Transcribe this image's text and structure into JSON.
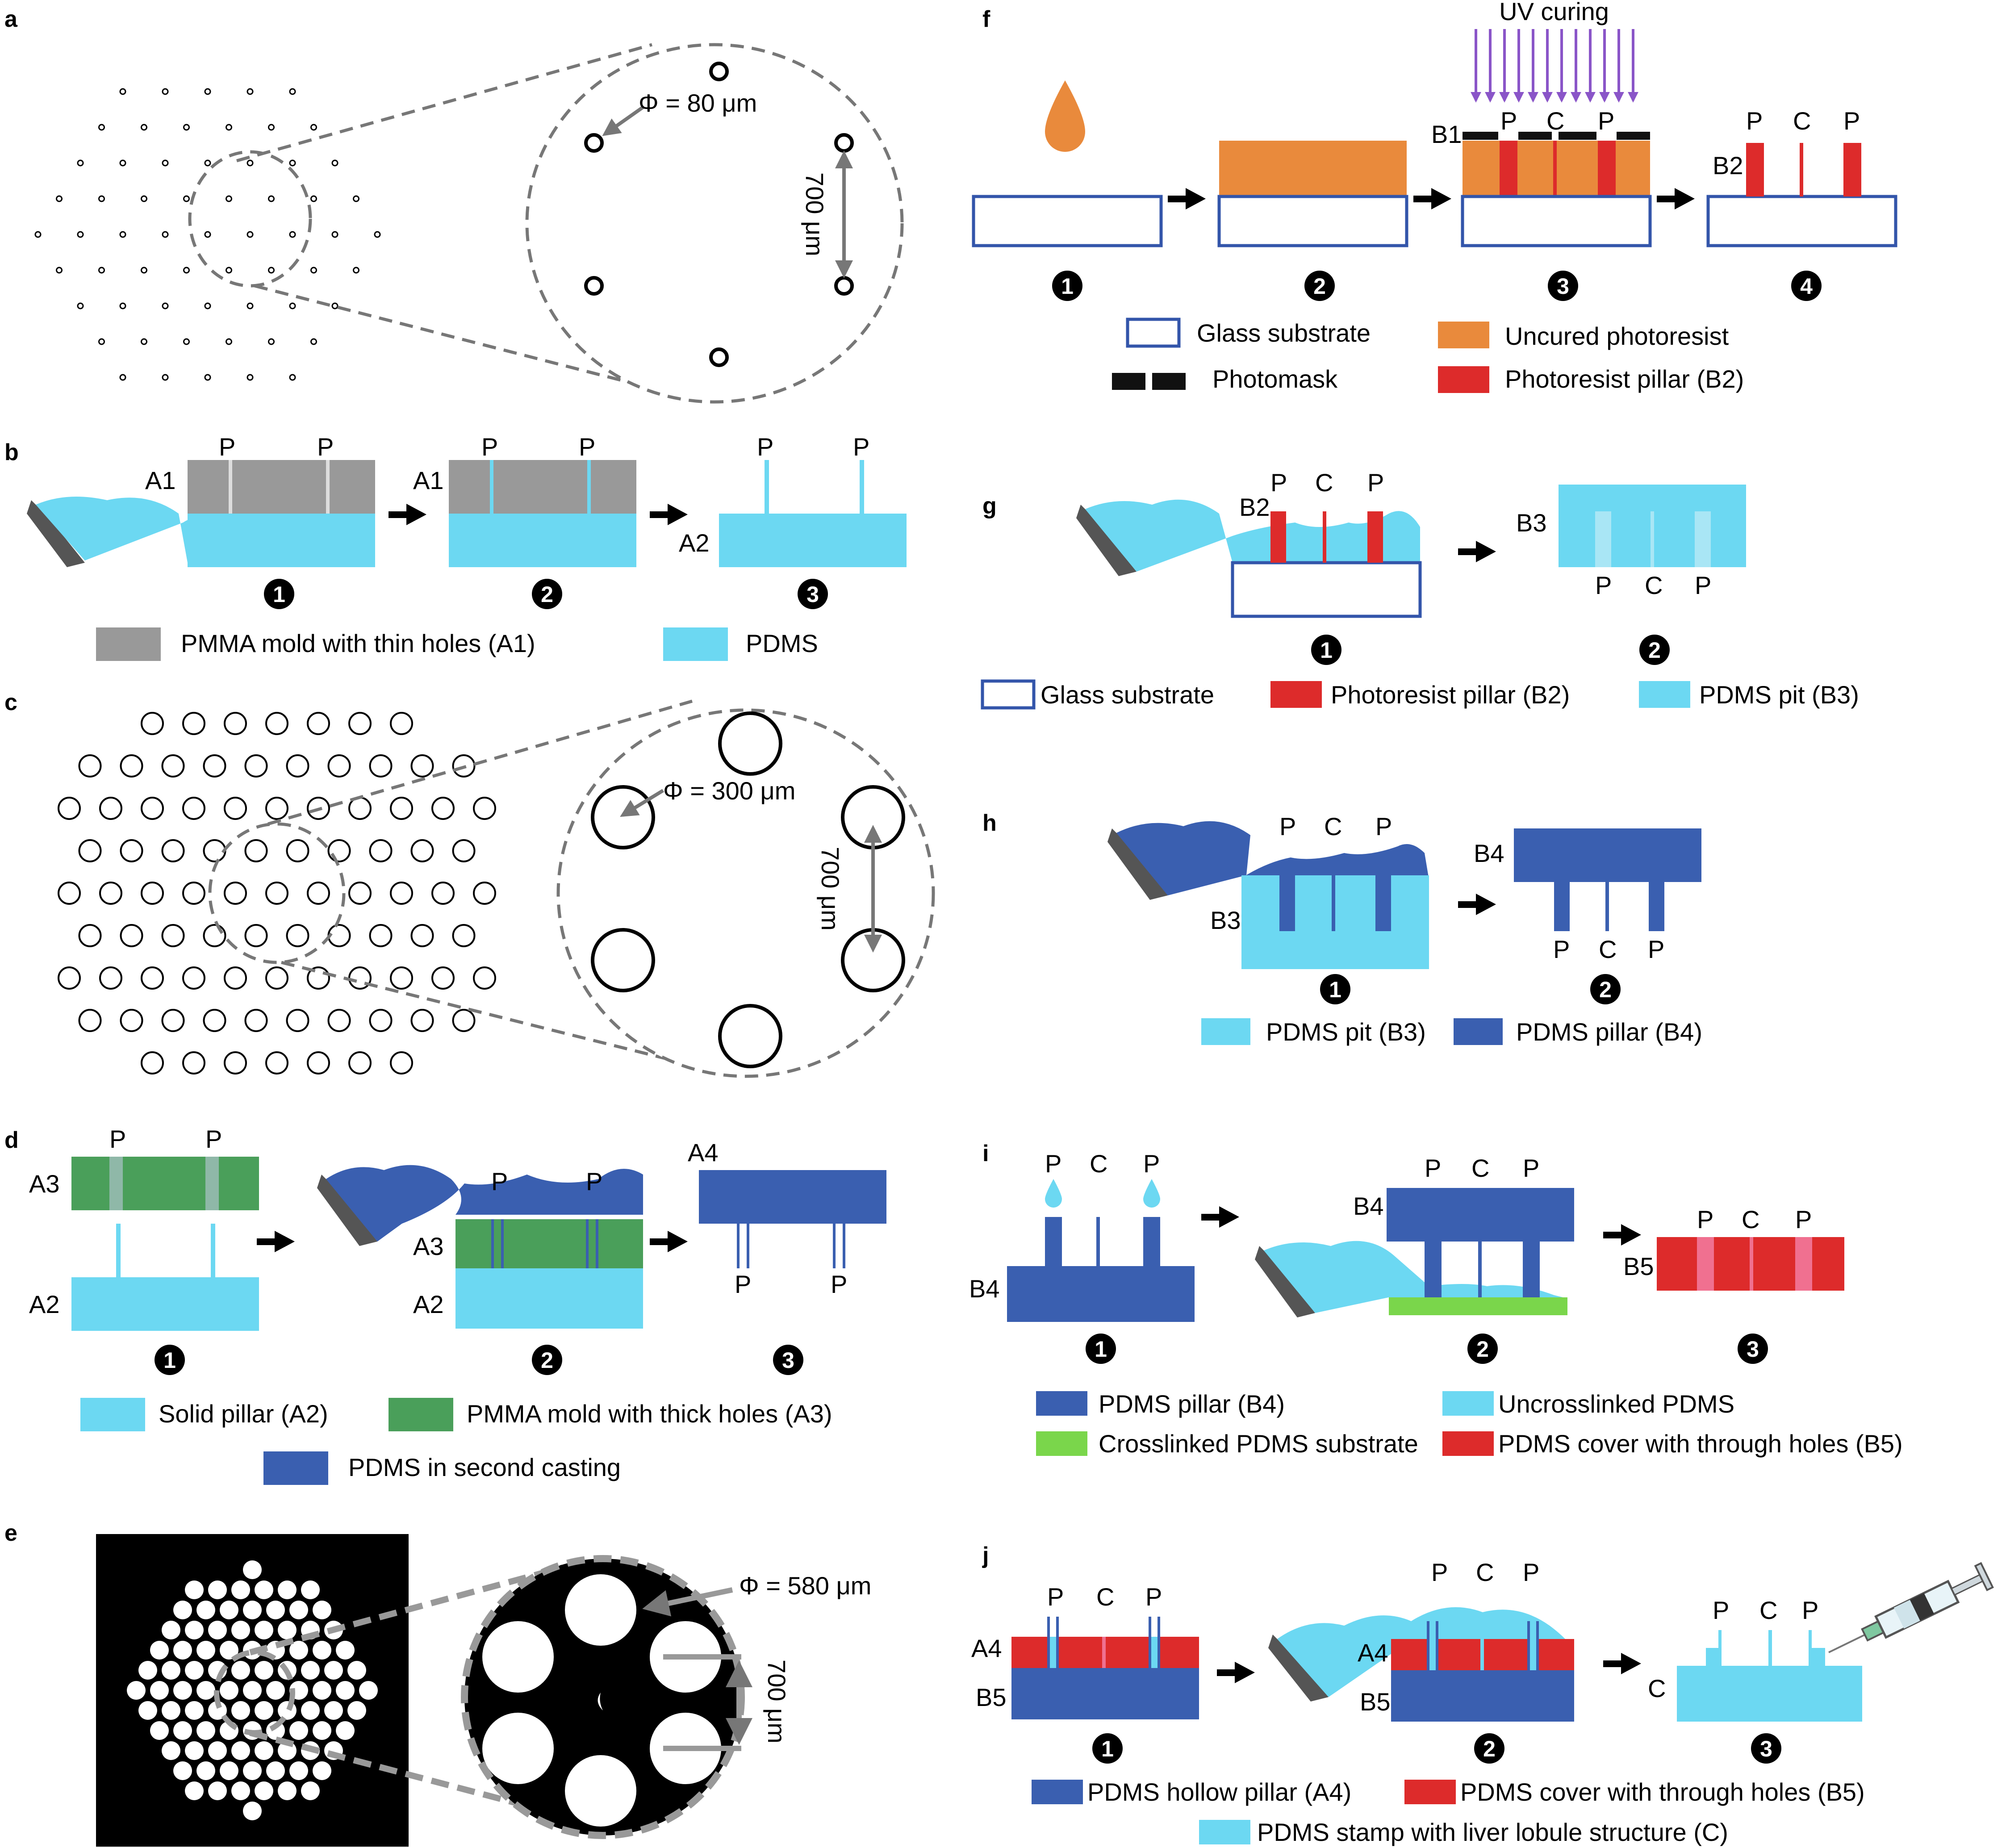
{
  "colors": {
    "light_pdms": "#6cd8f2",
    "dark_pdms": "#3a5fb0",
    "pmma_gray": "#999999",
    "pmma_green": "#4a9f5a",
    "glass_stroke": "#3355aa",
    "uncured_photoresist": "#e98a3c",
    "photoresist_red": "#dd2b2b",
    "photomask": "#111111",
    "uv_arrow": "#8a55c8",
    "crosslinked_green": "#7ad64b",
    "pink_hole": "#f07090",
    "dashed_gray": "#777777"
  },
  "panel_letters": {
    "a": "a",
    "b": "b",
    "c": "c",
    "d": "d",
    "e": "e",
    "f": "f",
    "g": "g",
    "h": "h",
    "i": "i",
    "j": "j"
  },
  "common": {
    "P": "P",
    "C": "C",
    "s1": "1",
    "s2": "2",
    "s3": "3",
    "s4": "4"
  },
  "panel_a": {
    "diameter": "Φ = 80 μm",
    "spacing": "700 μm"
  },
  "panel_b": {
    "A1": "A1",
    "A2": "A2",
    "legend_pmma": "PMMA mold with thin holes (A1)",
    "legend_pdms": "PDMS"
  },
  "panel_c": {
    "diameter": "Φ = 300 μm",
    "spacing": "700 μm"
  },
  "panel_d": {
    "A2": "A2",
    "A3": "A3",
    "A4": "A4",
    "legend_solid": "Solid pillar (A2)",
    "legend_pmma": "PMMA mold with thick holes (A3)",
    "legend_second": "PDMS in second casting"
  },
  "panel_e": {
    "diameter": "Φ = 580 μm",
    "spacing": "700 μm"
  },
  "panel_f": {
    "uv": "UV curing",
    "B1": "B1",
    "B2": "B2",
    "legend_glass": "Glass substrate",
    "legend_mask": "Photomask",
    "legend_uncured": "Uncured photoresist",
    "legend_pillar": "Photoresist pillar (B2)"
  },
  "panel_g": {
    "B2": "B2",
    "B3": "B3",
    "legend_glass": "Glass substrate",
    "legend_pillar": "Photoresist pillar (B2)",
    "legend_pit": "PDMS pit (B3)"
  },
  "panel_h": {
    "B3": "B3",
    "B4": "B4",
    "legend_pit": "PDMS pit (B3)",
    "legend_pillar": "PDMS pillar (B4)"
  },
  "panel_i": {
    "B4": "B4",
    "B5": "B5",
    "legend_pillar": "PDMS pillar (B4)",
    "legend_crosslinked": "Crosslinked PDMS substrate",
    "legend_uncross": "Uncrosslinked PDMS",
    "legend_cover": "PDMS cover with through holes (B5)"
  },
  "panel_j": {
    "A4": "A4",
    "B5": "B5",
    "C": "C",
    "legend_hollow": "PDMS hollow pillar (A4)",
    "legend_cover": "PDMS cover with through holes (B5)",
    "legend_stamp": "PDMS stamp with liver lobule structure (C)"
  }
}
